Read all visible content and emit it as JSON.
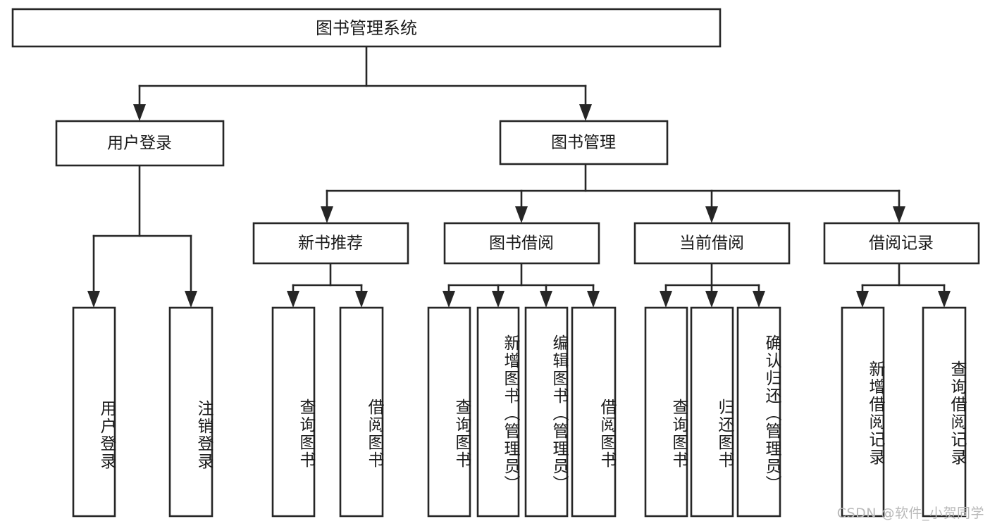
{
  "diagram": {
    "type": "tree",
    "title": "图书管理系统",
    "root": {
      "label": "图书管理系统"
    },
    "level2": {
      "user_login": "用户登录",
      "book_manage": "图书管理"
    },
    "level3": {
      "new_book_recommend": "新书推荐",
      "book_borrow": "图书借阅",
      "current_borrow": "当前借阅",
      "borrow_record": "借阅记录"
    },
    "leaves": {
      "user_login_1": "用户登录",
      "user_login_2": "注销登录",
      "new_book_1": "查询图书",
      "new_book_2": "借阅图书",
      "borrow_1": "查询图书",
      "borrow_2": "新增图书（管理员）",
      "borrow_3": "编辑图书（管理员）",
      "borrow_4": "借阅图书",
      "current_1": "查询图书",
      "current_2": "归还图书",
      "current_3": "确认归还（管理员）",
      "record_1": "新增借阅记录",
      "record_2": "查询借阅记录"
    },
    "watermark": "CSDN @软件_小贺同学",
    "colors": {
      "stroke": "#262626",
      "fill": "#ffffff",
      "text": "#1a1a1a",
      "watermark": "#b9b9b9"
    }
  }
}
